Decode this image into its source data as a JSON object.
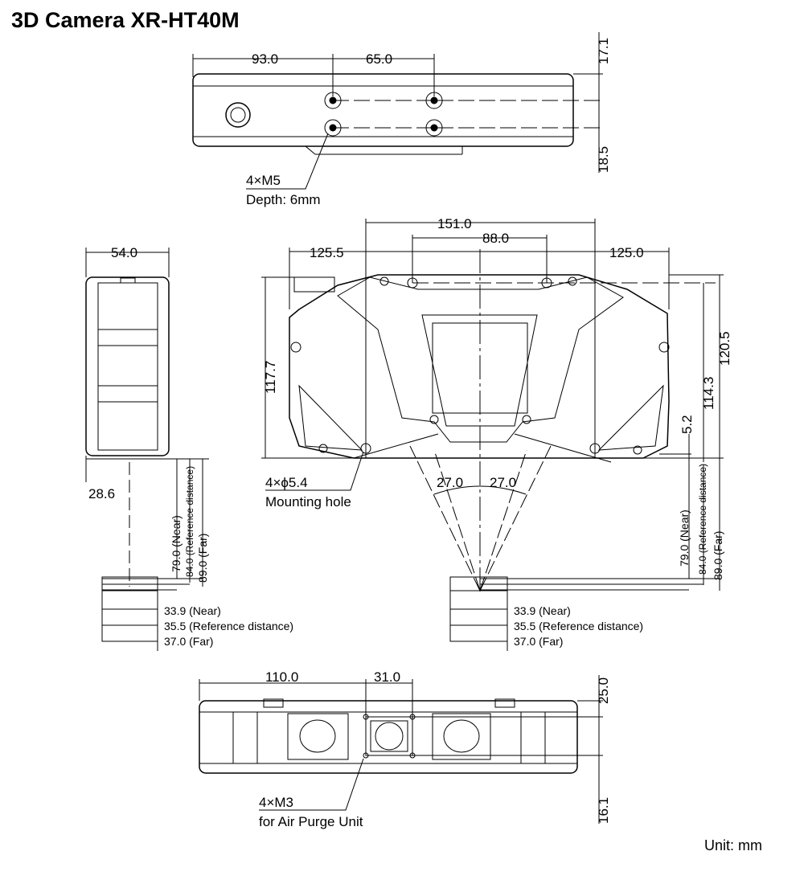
{
  "title": "3D Camera XR-HT40M",
  "unit_label": "Unit: mm",
  "top_view": {
    "dim_left": "93.0",
    "dim_right": "65.0",
    "dim_height_top": "17.1",
    "dim_height_bottom": "18.5",
    "callout_line1": "4×M5",
    "callout_line2": "Depth: 6mm"
  },
  "side_view": {
    "dim_width": "54.0",
    "dim_offset": "28.6",
    "near": "79.0 (Near)",
    "ref": "84.0 (Reference distance)",
    "far": "89.0 (Far)",
    "fov_near": "33.9 (Near)",
    "fov_ref": "35.5 (Reference distance)",
    "fov_far": "37.0 (Far)"
  },
  "front_view": {
    "dim_total": "151.0",
    "dim_holes": "88.0",
    "dim_left": "125.5",
    "dim_right": "125.0",
    "dim_height_left": "117.7",
    "dim_height_right": "120.5",
    "dim_height_inner": "114.3",
    "dim_small": "5.2",
    "angle_left": "27.0",
    "angle_right": "27.0",
    "callout_line1": "4×ϕ5.4",
    "callout_line2": "Mounting hole",
    "near": "79.0 (Near)",
    "ref": "84.0 (Reference distance)",
    "far": "89.0 (Far)",
    "fov_near": "33.9 (Near)",
    "fov_ref": "35.5 (Reference distance)",
    "fov_far": "37.0 (Far)"
  },
  "bottom_view": {
    "dim_left": "110.0",
    "dim_mid": "31.0",
    "dim_height_top": "25.0",
    "dim_height_bottom": "16.1",
    "callout_line1": "4×M3",
    "callout_line2": "for Air Purge Unit"
  }
}
